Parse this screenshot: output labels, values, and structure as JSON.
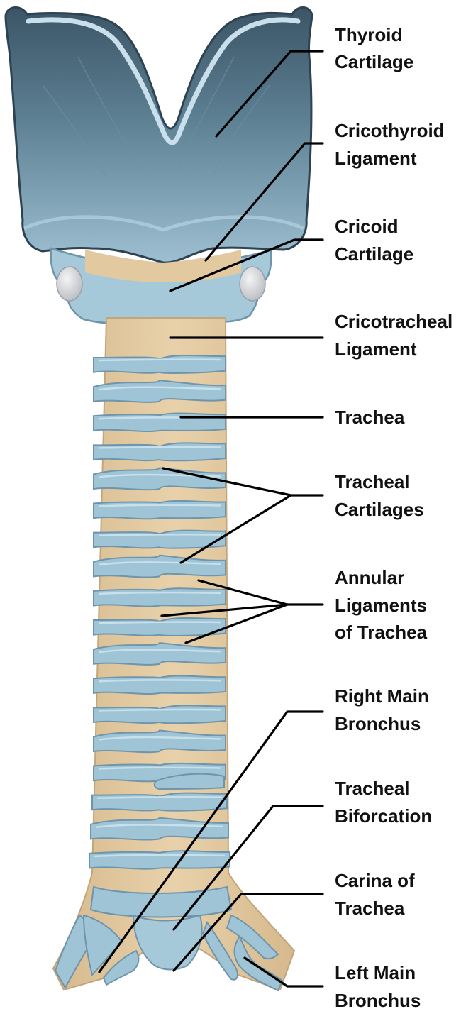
{
  "labels": {
    "thyroid_cartilage": [
      "Thyroid",
      "Cartilage"
    ],
    "cricothyroid_ligament": [
      "Cricothyroid",
      "Ligament"
    ],
    "cricoid_cartilage": [
      "Cricoid",
      "Cartilage"
    ],
    "cricotracheal_ligament": [
      "Cricotracheal",
      "Ligament"
    ],
    "trachea": [
      "Trachea"
    ],
    "tracheal_cartilages": [
      "Tracheal",
      "Cartilages"
    ],
    "annular_ligaments": [
      "Annular",
      "Ligaments",
      "of Trachea"
    ],
    "right_main_bronchus": [
      "Right Main",
      "Bronchus"
    ],
    "tracheal_biforcation": [
      "Tracheal",
      "Biforcation"
    ],
    "carina": [
      "Carina of",
      "Trachea"
    ],
    "left_main_bronchus": [
      "Left Main",
      "Bronchus"
    ]
  },
  "colors": {
    "cartilage_light": "#a8c9da",
    "cartilage_dark": "#3d5566",
    "ligament_tan": "#e2c9a0",
    "ring_outline": "#6f94ab",
    "leader_line": "#000000"
  }
}
